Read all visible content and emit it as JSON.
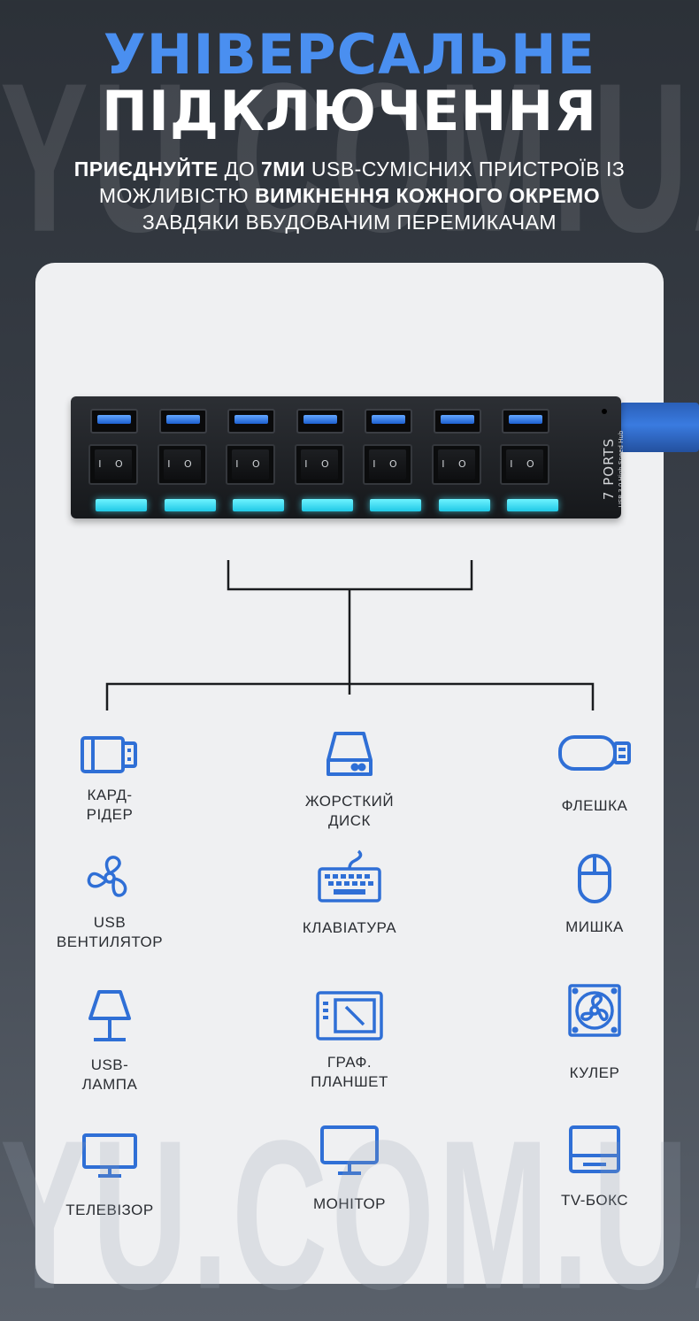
{
  "watermark": "YU.COM.UA",
  "header": {
    "title_line1": "Універсальне",
    "title_line2": "підключення",
    "sub_part1": "Приєднуйте",
    "sub_part2": " до ",
    "sub_part3": "7ми",
    "sub_part4": " USB-сумісних пристроїв із",
    "sub_part5": "можливістю ",
    "sub_part6": "вимкнення кожного окремо",
    "sub_line3": "завдяки вбудованим перемикачам"
  },
  "hub": {
    "label_big": "7 PORTS",
    "label_small": "USB 3.0 High Speed Hub"
  },
  "colors": {
    "accent": "#4a8ff0",
    "icon_blue": "#2f6fd6",
    "led": "#3fdcf0"
  },
  "devices": [
    {
      "label_line1": "Кард-",
      "label_line2": "рідер",
      "icon": "card-reader-icon"
    },
    {
      "label_line1": "Жорсткий",
      "label_line2": "диск",
      "icon": "hard-disk-icon"
    },
    {
      "label_line1": "Флешка",
      "label_line2": "",
      "icon": "flash-drive-icon"
    },
    {
      "label_line1": "USB",
      "label_line2": "вентилятор",
      "icon": "fan-icon"
    },
    {
      "label_line1": "Клавіатура",
      "label_line2": "",
      "icon": "keyboard-icon"
    },
    {
      "label_line1": "Мишка",
      "label_line2": "",
      "icon": "mouse-icon"
    },
    {
      "label_line1": "USB-",
      "label_line2": "лампа",
      "icon": "lamp-icon"
    },
    {
      "label_line1": "Граф.",
      "label_line2": "планшет",
      "icon": "tablet-icon"
    },
    {
      "label_line1": "Кулер",
      "label_line2": "",
      "icon": "cooler-icon"
    },
    {
      "label_line1": "Телевізор",
      "label_line2": "",
      "icon": "tv-icon"
    },
    {
      "label_line1": "Монітор",
      "label_line2": "",
      "icon": "monitor-icon"
    },
    {
      "label_line1": "TV-бокс",
      "label_line2": "",
      "icon": "tv-box-icon"
    }
  ]
}
